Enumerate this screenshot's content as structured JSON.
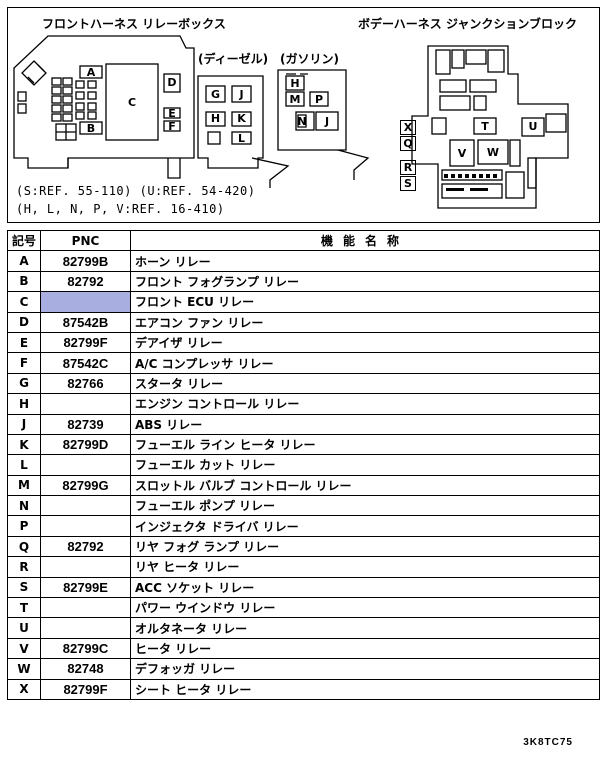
{
  "diagram": {
    "front_title": "フロントハーネス リレーボックス",
    "body_title": "ボデーハーネス ジャンクションブロック",
    "diesel": "(ディーゼル)",
    "gasoline": "(ガソリン)",
    "ref1": "(S:REF. 55-110) (U:REF. 54-420)",
    "ref2": "(H, L, N, P, V:REF. 16-410)",
    "front_letters": [
      "A",
      "B",
      "C",
      "D",
      "E",
      "F"
    ],
    "diesel_letters": [
      "G",
      "J",
      "H",
      "K",
      "L"
    ],
    "gas_letters": [
      "H",
      "M",
      "P",
      "N",
      "J"
    ],
    "body_letters": [
      "X",
      "Q",
      "R",
      "S",
      "T",
      "U",
      "V",
      "W"
    ]
  },
  "table": {
    "headers": [
      "記号",
      "PNC",
      "機能名称"
    ],
    "rows": [
      {
        "code": "A",
        "pnc": "82799B",
        "name": "ホーン リレー"
      },
      {
        "code": "B",
        "pnc": "82792",
        "name": "フロント フォグランプ リレー"
      },
      {
        "code": "C",
        "pnc": "",
        "name": "フロント ECU リレー"
      },
      {
        "code": "D",
        "pnc": "87542B",
        "name": "エアコン ファン リレー"
      },
      {
        "code": "E",
        "pnc": "82799F",
        "name": "デアイザ リレー"
      },
      {
        "code": "F",
        "pnc": "87542C",
        "name": "A/C コンプレッサ リレー"
      },
      {
        "code": "G",
        "pnc": "82766",
        "name": "スタータ リレー"
      },
      {
        "code": "H",
        "pnc": "",
        "name": "エンジン コントロール リレー"
      },
      {
        "code": "J",
        "pnc": "82739",
        "name": "ABS リレー"
      },
      {
        "code": "K",
        "pnc": "82799D",
        "name": "フューエル ライン ヒータ リレー"
      },
      {
        "code": "L",
        "pnc": "",
        "name": "フューエル カット リレー"
      },
      {
        "code": "M",
        "pnc": "82799G",
        "name": "スロットル バルブ コントロール リレー"
      },
      {
        "code": "N",
        "pnc": "",
        "name": "フューエル ポンプ リレー"
      },
      {
        "code": "P",
        "pnc": "",
        "name": "インジェクタ ドライバ リレー"
      },
      {
        "code": "Q",
        "pnc": "82792",
        "name": "リヤ フォグ ランプ リレー"
      },
      {
        "code": "R",
        "pnc": "",
        "name": "リヤ ヒータ リレー"
      },
      {
        "code": "S",
        "pnc": "82799E",
        "name": "ACC ソケット リレー"
      },
      {
        "code": "T",
        "pnc": "",
        "name": "パワー ウインドウ リレー"
      },
      {
        "code": "U",
        "pnc": "",
        "name": "オルタネータ リレー"
      },
      {
        "code": "V",
        "pnc": "82799C",
        "name": "ヒータ リレー"
      },
      {
        "code": "W",
        "pnc": "82748",
        "name": "デフォッガ リレー"
      },
      {
        "code": "X",
        "pnc": "82799F",
        "name": "シート ヒータ リレー"
      }
    ],
    "highlight_row": 2,
    "highlight_color": "#a8aee0"
  },
  "footer": "3K8TC75"
}
